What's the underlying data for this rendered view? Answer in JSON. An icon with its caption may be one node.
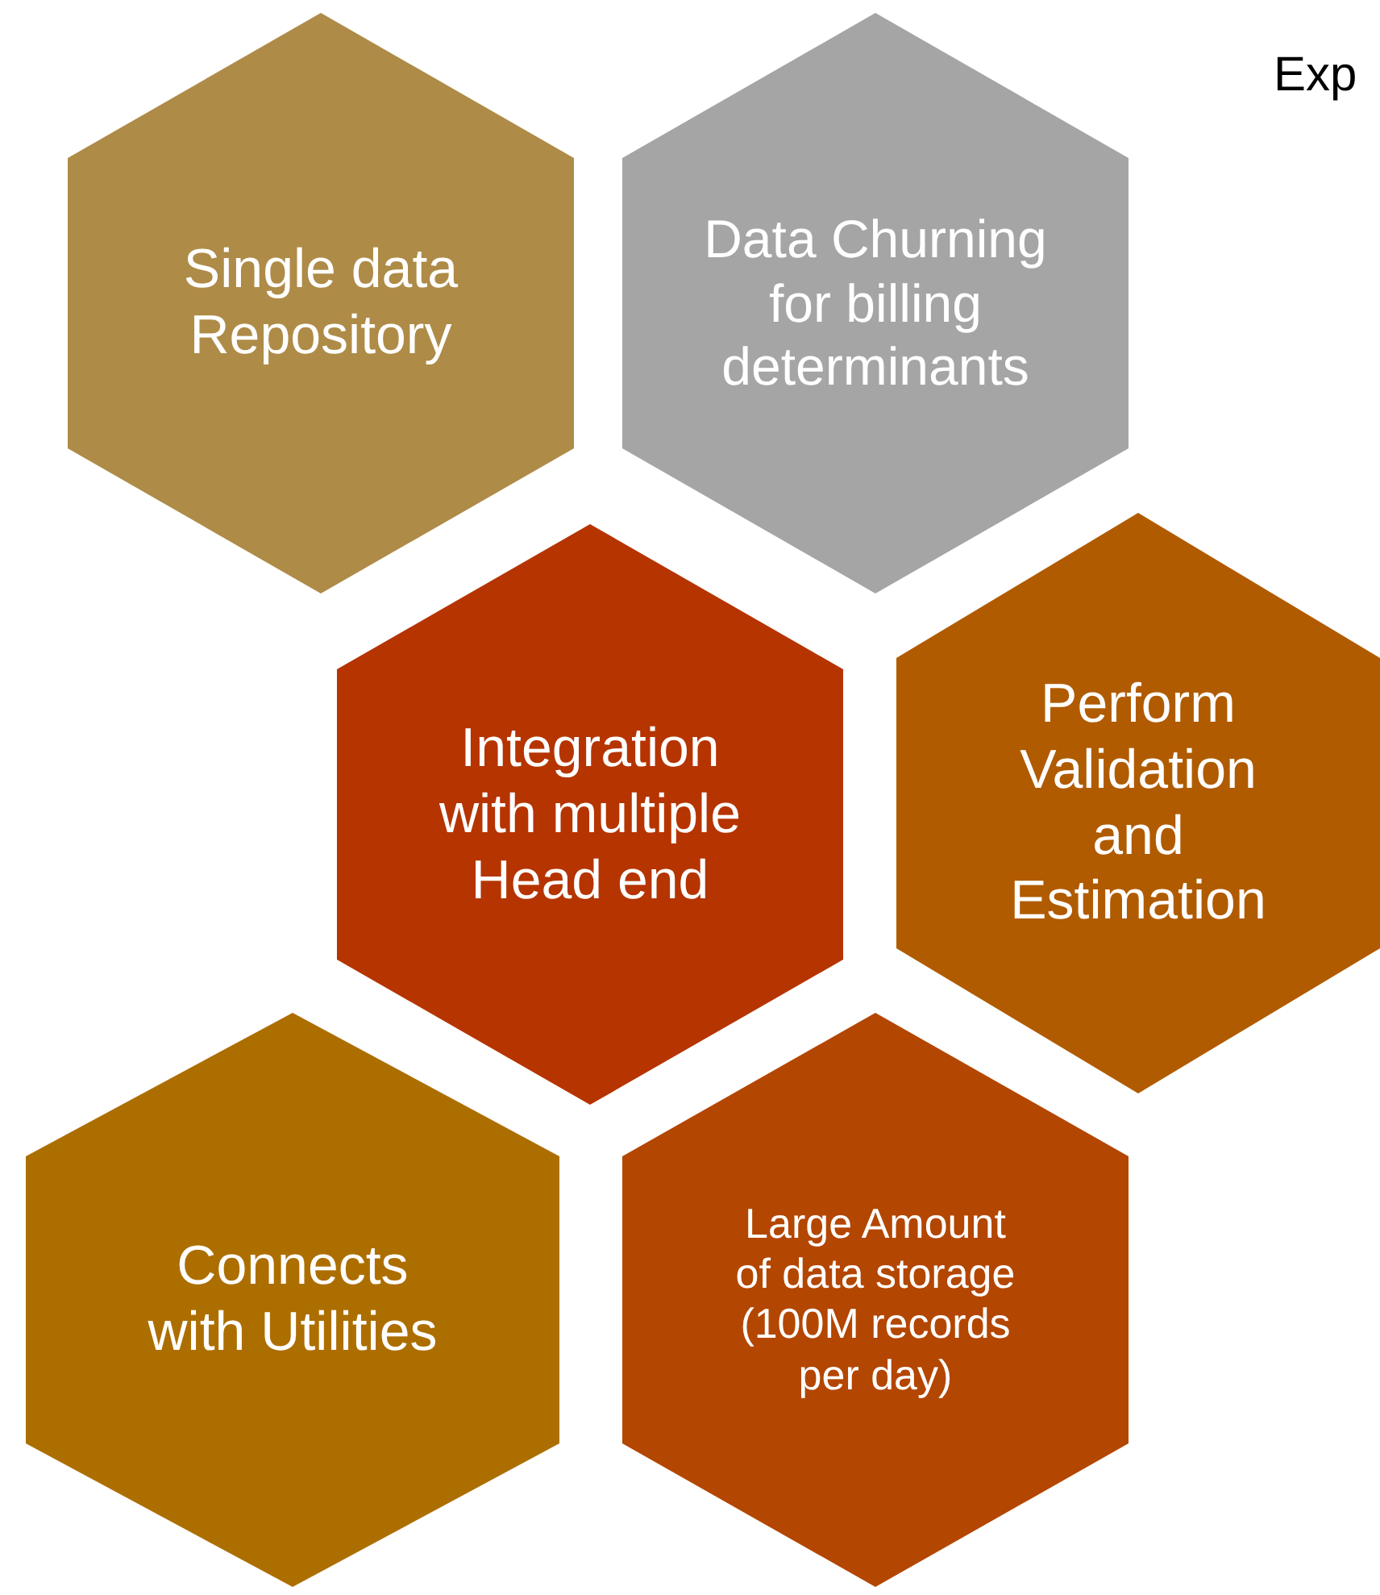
{
  "diagram": {
    "nodes": [
      {
        "text": [
          "Single data Repository"
        ]
      },
      {
        "text": [
          "Data Churning for billing determinants"
        ]
      },
      {
        "text": [
          "Integration with multiple Head end"
        ]
      },
      {
        "text": [
          "Perform Validation and Estimation"
        ]
      },
      {
        "text": [
          "Connects with Utilities"
        ]
      },
      {
        "text": [
          "Large Amount of data storage (100M records per day)"
        ]
      }
    ],
    "labels": [
      "Exp"
    ]
  }
}
